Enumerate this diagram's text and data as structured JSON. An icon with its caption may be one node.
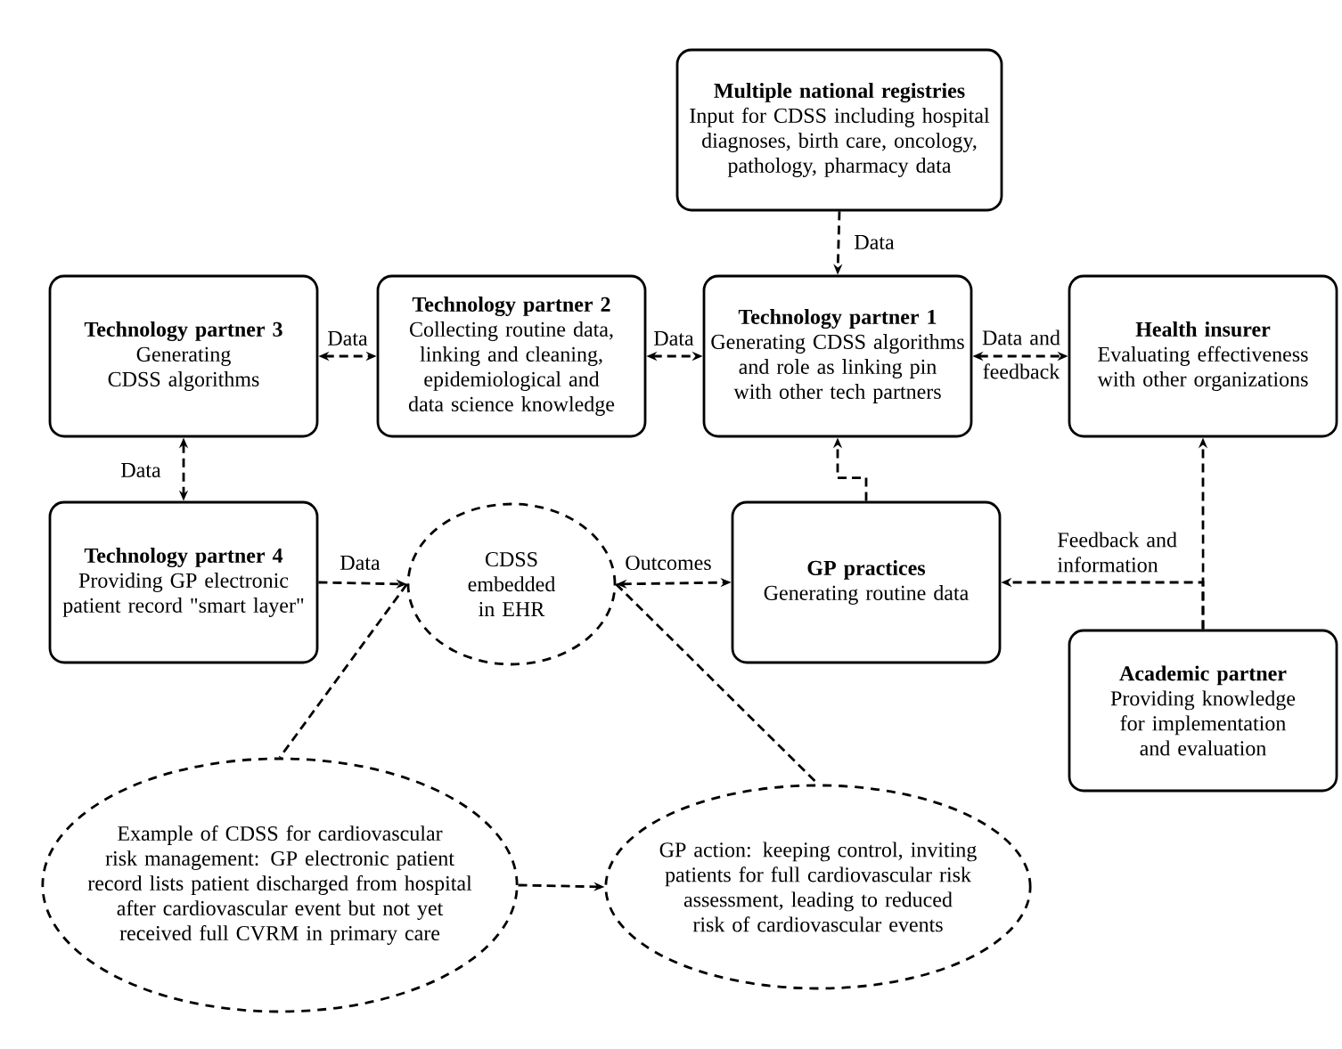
{
  "diagram": {
    "nodes": [
      {
        "text": [
          "Multiple national registries",
          "Input for CDSS including hospital diagnoses, birth care, oncology, pathology, pharmacy data"
        ]
      },
      {
        "text": [
          "Technology partner 3",
          "Generating CDSS algorithms"
        ]
      },
      {
        "text": [
          "Technology partner 2",
          "Collecting routine data, linking and cleaning, epidemiological and data science knowledge"
        ]
      },
      {
        "text": [
          "Technology partner 1",
          "Generating CDSS algorithms and role as linking pin with other tech partners"
        ]
      },
      {
        "text": [
          "Health insurer",
          "Evaluating effectiveness with other organizations"
        ]
      },
      {
        "text": [
          "Technology partner 4",
          "Providing GP electronic patient record \"smart layer\""
        ]
      },
      {
        "text": [
          "CDSS embedded in EHR"
        ]
      },
      {
        "text": [
          "GP practices",
          "Generating routine data"
        ]
      },
      {
        "text": [
          "Academic partner",
          "Providing knowledge for implementation and evaluation"
        ]
      },
      {
        "text": [
          "Example of CDSS for cardiovascular risk management: GP electronic patient record lists patient discharged from hospital after cardiovascular event but not yet received full CVRM in primary care"
        ]
      },
      {
        "text": [
          "GP action: keeping control, inviting patients for full cardiovascular risk assessment, leading to reduced risk of cardiovascular events"
        ]
      }
    ],
    "edges": [
      {
        "from": 0,
        "to": 3,
        "arrow": "to",
        "label": "Data"
      },
      {
        "from": 1,
        "to": 2,
        "arrow": "both",
        "label": "Data"
      },
      {
        "from": 2,
        "to": 3,
        "arrow": "both",
        "label": "Data"
      },
      {
        "from": 3,
        "to": 4,
        "arrow": "both",
        "label": "Data and feedback"
      },
      {
        "from": 1,
        "to": 5,
        "arrow": "both",
        "label": "Data"
      },
      {
        "from": 5,
        "to": 6,
        "arrow": "to",
        "label": "Data"
      },
      {
        "from": 6,
        "to": 7,
        "arrow": "both",
        "label": "Outcomes"
      },
      {
        "from": 7,
        "to": 3,
        "arrow": "to"
      },
      {
        "from": 8,
        "to": 4,
        "arrow": "to"
      },
      {
        "from": 8,
        "to": 7,
        "arrow": "to",
        "label": "Feedback and information"
      },
      {
        "from": 6,
        "to": 9,
        "arrow": "none"
      },
      {
        "from": 6,
        "to": 10,
        "arrow": "none"
      },
      {
        "from": 9,
        "to": 10,
        "arrow": "to"
      }
    ]
  }
}
